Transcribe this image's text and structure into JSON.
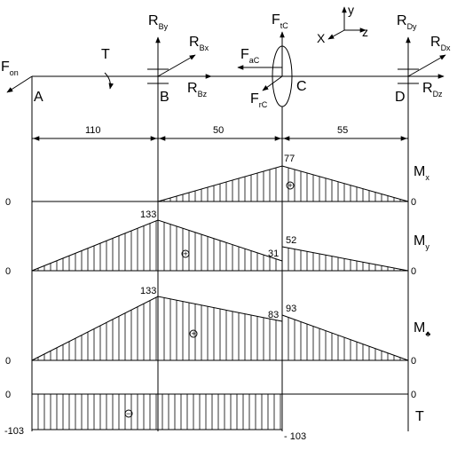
{
  "forces": {
    "f_on": {
      "main": "F",
      "sub": "on"
    },
    "r_by": {
      "main": "R",
      "sub": "By"
    },
    "r_bx": {
      "main": "R",
      "sub": "Bx"
    },
    "r_bz": {
      "main": "R",
      "sub": "Bz"
    },
    "f_tc": {
      "main": "F",
      "sub": "tC"
    },
    "f_ac": {
      "main": "F",
      "sub": "aC"
    },
    "f_rc": {
      "main": "F",
      "sub": "rC"
    },
    "r_dy": {
      "main": "R",
      "sub": "Dy"
    },
    "r_dx": {
      "main": "R",
      "sub": "Dx"
    },
    "r_dz": {
      "main": "R",
      "sub": "Dz"
    },
    "torque": "T"
  },
  "points": {
    "a": "A",
    "b": "B",
    "c": "C",
    "d": "D"
  },
  "axes": {
    "x": "X",
    "y": "y",
    "z": "z"
  },
  "dimensions": {
    "ab": "110",
    "bc": "50",
    "cd": "55"
  },
  "diagrams": {
    "mx": {
      "label": {
        "main": "M",
        "sub": "x"
      },
      "zero_left": "0",
      "zero_right": "0",
      "peak_c": "77",
      "sign": "+"
    },
    "my": {
      "label": {
        "main": "M",
        "sub": "y"
      },
      "zero_left": "0",
      "zero_right": "0",
      "peak_b": "133",
      "c_left": "31",
      "c_right": "52",
      "sign": "+"
    },
    "msum": {
      "label": {
        "main": "M",
        "sub": "♣"
      },
      "zero_left": "0",
      "zero_right": "0",
      "peak_b": "133",
      "c_left": "83",
      "c_right": "93",
      "sign": "+"
    },
    "t": {
      "label": "T",
      "zero_left": "0",
      "zero_right": "0",
      "value_left": "-103",
      "value_right": "- 103",
      "sign": "−"
    }
  }
}
